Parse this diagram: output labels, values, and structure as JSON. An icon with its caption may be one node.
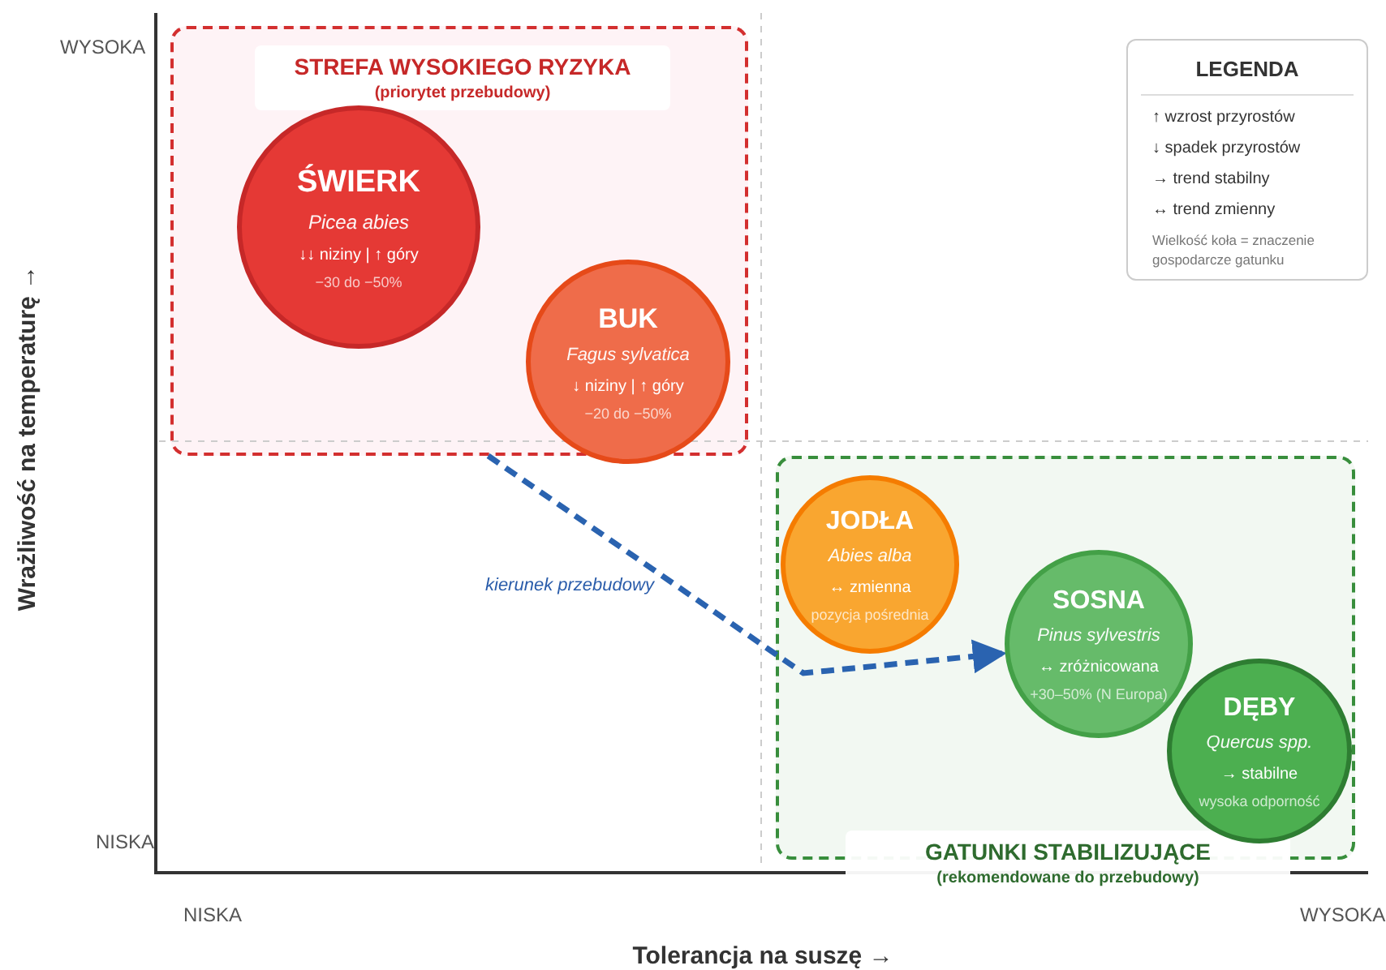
{
  "diagram": {
    "nodes": [
      {
        "text": [
          "STREFA WYSOKIEGO RYZYKA",
          "(priorytet przebudowy)"
        ]
      },
      {
        "text": [
          "ŚWIERK",
          "Picea abies",
          "↓↓ niziny | ↑ góry",
          "−30 do −50%"
        ],
        "in": 0
      },
      {
        "text": [
          "BUK",
          "Fagus sylvatica",
          "↓ niziny | ↑ góry",
          "−20 do −50%"
        ],
        "in": 0
      },
      {
        "text": [
          "GATUNKI STABILIZUJĄCE",
          "(rekomendowane do przebudowy)"
        ]
      },
      {
        "text": [
          "JODŁA",
          "Abies alba",
          "↔ zmienna",
          "pozycja pośrednia"
        ],
        "in": 3
      },
      {
        "text": [
          "SOSNA",
          "Pinus sylvestris",
          "↔ zróżnicowana",
          "+30–50% (N Europa)"
        ],
        "in": 3
      },
      {
        "text": [
          "DĘBY",
          "Quercus spp.",
          "→ stabilne",
          "wysoka odporność"
        ],
        "in": 3
      }
    ],
    "edges": [
      {
        "from": 0,
        "to": 5,
        "arrow": "to",
        "label": "kierunek przebudowy",
        "style": "dashed"
      }
    ],
    "labels": [
      "WYSOKA",
      "NISKA",
      "NISKA",
      "WYSOKA",
      "Wrażliwość na temperaturę →",
      "Tolerancja na suszę →",
      "LEGENDA",
      "Wielkość koła = znaczenie gospodarcze gatunku"
    ],
    "legend": [
      {
        "text": "↑ wzrost przyrostów"
      },
      {
        "text": "↓ spadek przyrostów"
      },
      {
        "text": "→ trend stabilny"
      },
      {
        "text": "↔ trend zmienny"
      }
    ]
  }
}
